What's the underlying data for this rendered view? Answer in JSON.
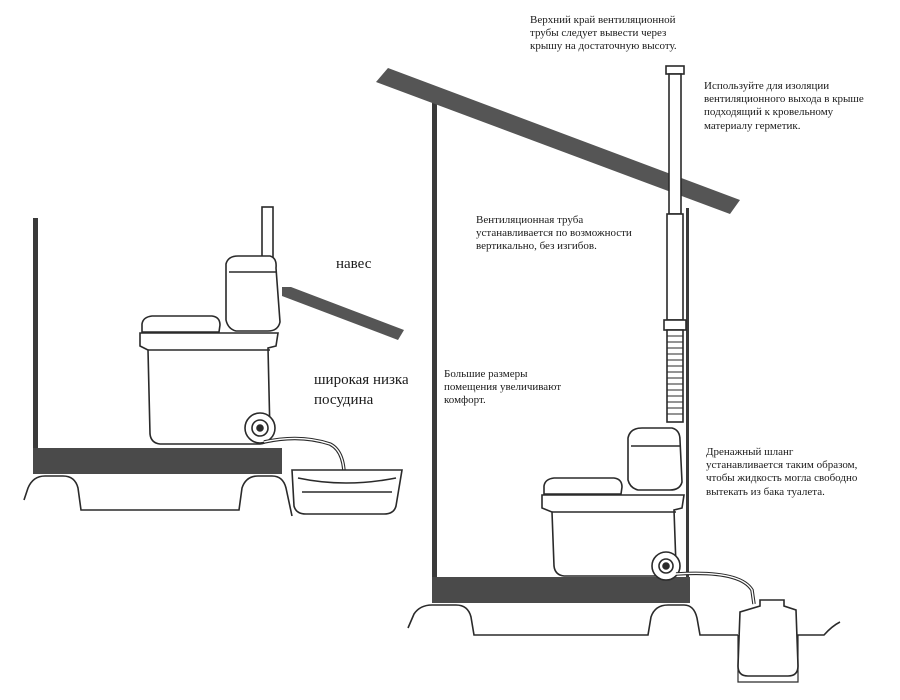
{
  "labels": {
    "canopy": "навес",
    "wide_low_vessel": "широкая низка\nпосудина",
    "vent_top": "Верхний край вентиляционной\nтрубы следует вывести через\nкрышу на достаточную высоту.",
    "roof_sealant": "Используйте для изоляции\nвентиляционного выхода в крыше\nподходящий к кровельному\nматериалу герметик.",
    "vent_vertical": "Вентиляционная труба\nустанавливается по возможности\nвертикально, без изгибов.",
    "room_size": "Большие размеры\nпомещения увеличивают\nкомфорт.",
    "drain_hose": "Дренажный шланг\nустанавливается таким образом,\nчтобы жидкость могла свободно\nвытекать из бака туалета."
  }
}
